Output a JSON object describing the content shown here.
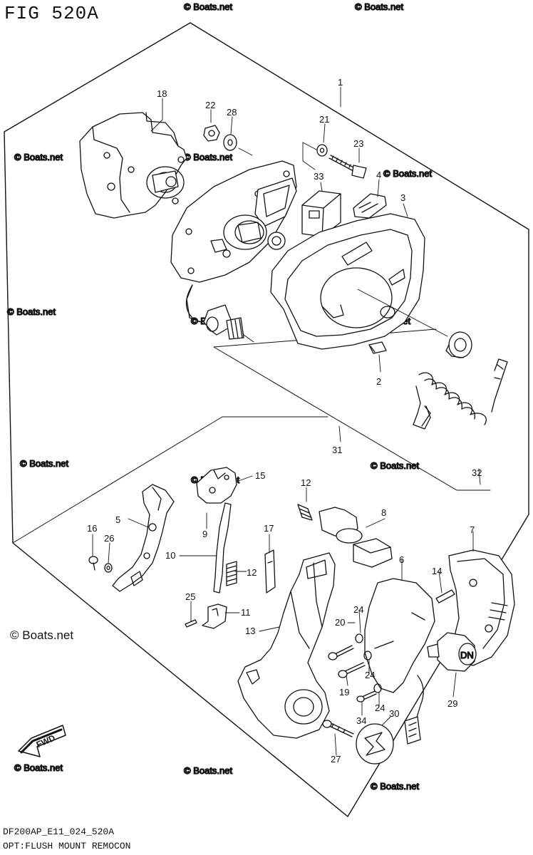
{
  "header": {
    "figure_label": "FIG 520A"
  },
  "footer": {
    "code": "DF200AP_E11_024_520A",
    "title": "OPT:FLUSH MOUNT REMOCON"
  },
  "brand": {
    "mark": "©",
    "text": "Boats.net"
  },
  "watermark": {
    "text": "© Boats.net"
  },
  "fwd_label": "FWD",
  "knob_label": "DN",
  "callouts": {
    "c1": "1",
    "c2": "2",
    "c3": "3",
    "c4": "4",
    "c5": "5",
    "c6": "6",
    "c7": "7",
    "c8": "8",
    "c9": "9",
    "c10": "10",
    "c11": "11",
    "c12a": "12",
    "c12b": "12",
    "c13": "13",
    "c14": "14",
    "c15": "15",
    "c16": "16",
    "c17": "17",
    "c18": "18",
    "c19": "19",
    "c20": "20",
    "c21": "21",
    "c22": "22",
    "c23": "23",
    "c24a": "24",
    "c24b": "24",
    "c24c": "24",
    "c25": "25",
    "c26": "26",
    "c27": "27",
    "c28": "28",
    "c29": "29",
    "c30": "30",
    "c31": "31",
    "c32": "32",
    "c33": "33",
    "c34": "34"
  }
}
